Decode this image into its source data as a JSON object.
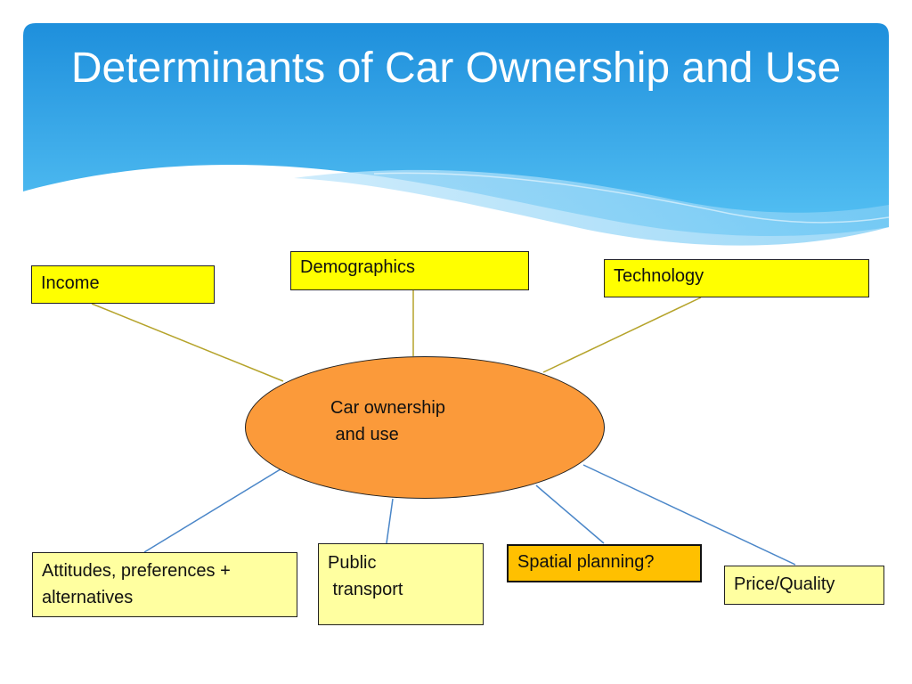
{
  "colors": {
    "header_gradient_top": "#1e8fdc",
    "header_gradient_bottom": "#4fc3f7",
    "wave_light": "#9fd8f6",
    "box_yellow": "#ffff00",
    "box_pale_yellow": "#ffffa0",
    "box_orange": "#ffc000",
    "ellipse_fill": "#fb9a3a",
    "line_olive": "#b5a32a",
    "line_blue": "#4a86c8"
  },
  "slide": {
    "title": "Determinants of Car Ownership and Use"
  },
  "diagram": {
    "center": {
      "line1": "Car ownership",
      "line2": " and use"
    },
    "top_nodes": [
      {
        "label": "Income"
      },
      {
        "label": "Demographics"
      },
      {
        "label": "Technology"
      }
    ],
    "bottom_nodes": [
      {
        "label_line1": "Attitudes, preferences +",
        "label_line2": "alternatives"
      },
      {
        "label_line1": "Public",
        "label_line2": " transport"
      },
      {
        "label": "Spatial planning?"
      },
      {
        "label": "Price/Quality"
      }
    ]
  }
}
